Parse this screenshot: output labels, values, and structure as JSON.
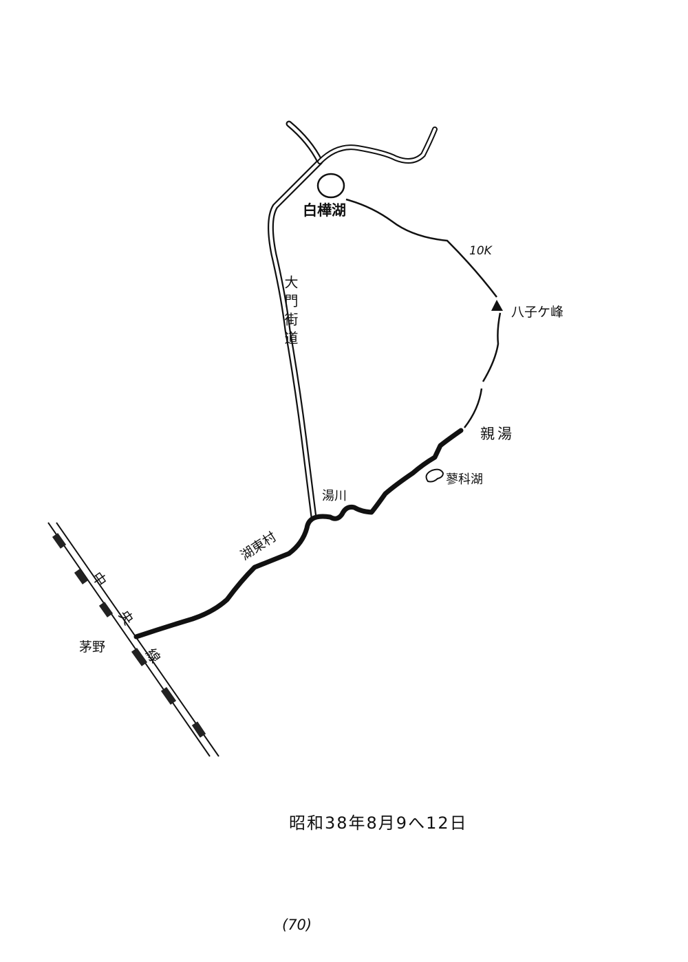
{
  "map": {
    "labels": {
      "shirakaba_lake": "白樺湖",
      "distance": "10K",
      "peak": "八子ケ峰",
      "road": "大門街道",
      "shinyu": "親湯",
      "tateshina_lake": "蓼科湖",
      "yukawa": "湯川",
      "kotomura": "湖東村",
      "railway": "中央線",
      "chino": "茅野"
    }
  },
  "caption": {
    "date": "昭和38年8月9へ12日",
    "page_number": "(70)"
  },
  "colors": {
    "ink": "#111111",
    "paper": "#ffffff"
  }
}
